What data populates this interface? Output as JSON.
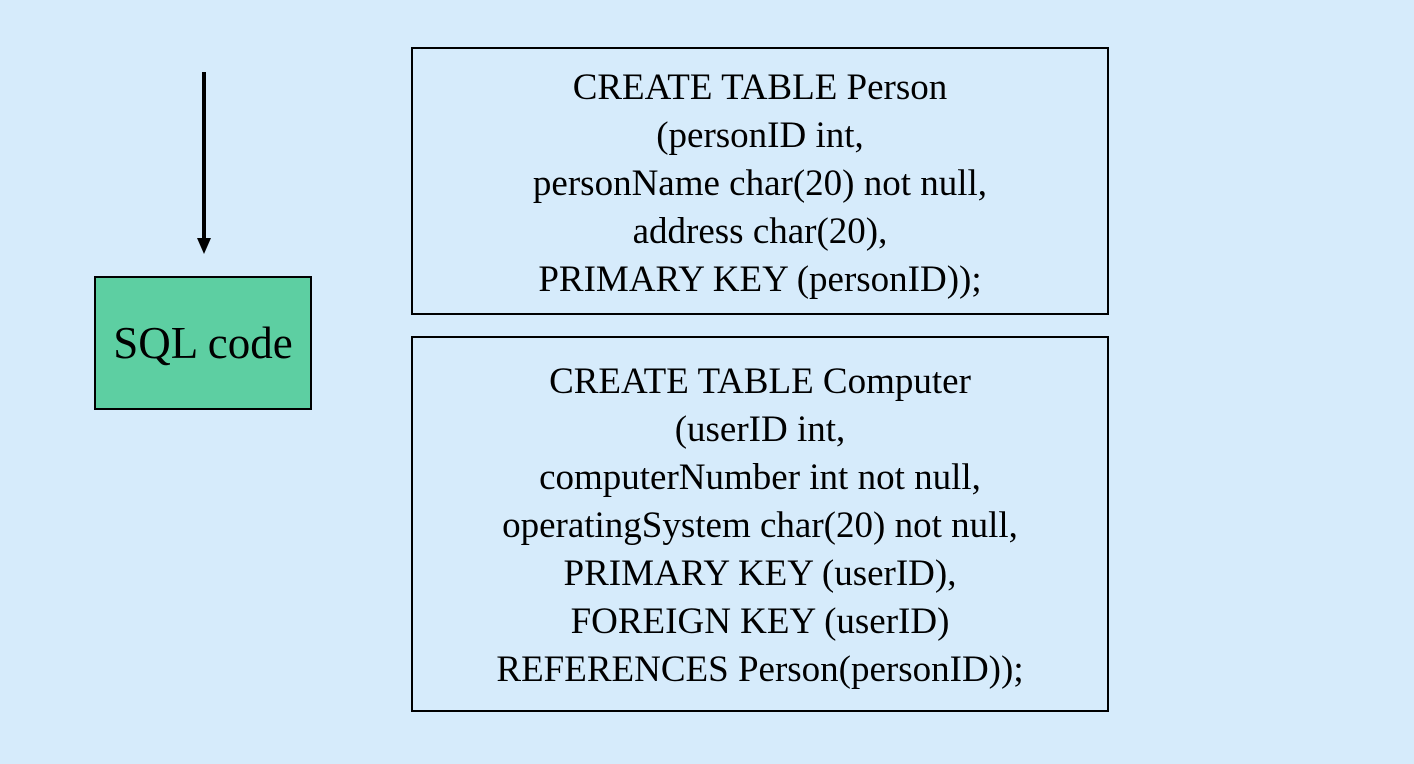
{
  "diagram": {
    "process_box": {
      "label": "SQL code",
      "fill": "#5dcfa2"
    },
    "arrow": {
      "direction": "down"
    },
    "tables": [
      {
        "lines": [
          "CREATE TABLE Person",
          "(personID int,",
          "personName char(20) not null,",
          "address char(20),",
          "PRIMARY KEY (personID));"
        ]
      },
      {
        "lines": [
          "CREATE TABLE Computer",
          "(userID int,",
          "computerNumber int not null,",
          "operatingSystem char(20) not null,",
          "PRIMARY KEY (userID),",
          "FOREIGN KEY (userID)",
          "REFERENCES Person(personID));"
        ]
      }
    ],
    "background": "#d6ebfb"
  }
}
